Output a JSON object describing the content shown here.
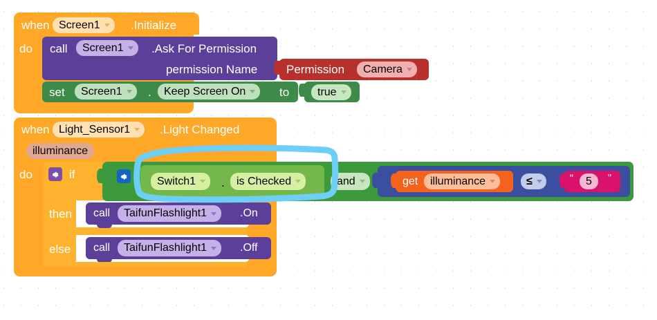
{
  "app": {
    "name": "MIT App Inventor Blocks Editor",
    "canvas_background": "#ffffff",
    "grid_mark": "plus"
  },
  "colors": {
    "event_orange": "#FFA726",
    "procedure_purple": "#5B3F99",
    "setter_green": "#3E8A48",
    "permission_red": "#B7312C",
    "logic_green": "#3C9A3C",
    "component_getter_green": "#74B74A",
    "math_blue": "#3B4EA0",
    "variable_orange": "#F4631E",
    "text_pink": "#D9136B",
    "highlight_blue": "#6ECFF6"
  },
  "blocks": [
    {
      "id": "screen-initialize",
      "type": "event",
      "when_label": "when",
      "component": "Screen1",
      "event_name": ".Initialize",
      "do_label": "do",
      "statements": [
        {
          "id": "ask-for-permission",
          "type": "procedure-call",
          "call_label": "call",
          "component": "Screen1",
          "method": ".Ask For Permission",
          "arg_label": "permission Name",
          "value": {
            "id": "permission-value",
            "type": "permission",
            "label": "Permission",
            "selected": "Camera"
          }
        },
        {
          "id": "set-keep-screen-on",
          "type": "setter",
          "set_label": "set",
          "component": "Screen1",
          "dot": ".",
          "property": "Keep Screen On",
          "to_label": "to",
          "value": {
            "id": "logic-true",
            "type": "logic",
            "selected": "true"
          }
        }
      ]
    },
    {
      "id": "light-changed",
      "type": "event",
      "when_label": "when",
      "component": "Light_Sensor1",
      "event_name": ".Light Changed",
      "parameter": "illuminance",
      "do_label": "do",
      "statements": [
        {
          "id": "if-then-else",
          "type": "control-if",
          "mutator_icon": "gear-icon",
          "if_label": "if",
          "then_label": "then",
          "else_label": "else",
          "condition": {
            "id": "and-block",
            "type": "logic-and",
            "mutator_icon": "gear-icon",
            "operator": "and",
            "operands": [
              {
                "id": "switch-is-checked",
                "type": "component-getter",
                "component": "Switch1",
                "dot": ".",
                "property": "is Checked",
                "highlighted": true
              },
              {
                "id": "compare",
                "type": "math-compare",
                "operator": "≤",
                "left": {
                  "id": "get-illuminance",
                  "type": "variable-get",
                  "get_label": "get",
                  "variable": "illuminance"
                },
                "right": {
                  "id": "text-five",
                  "type": "text",
                  "open_quote": "“",
                  "value": "5",
                  "close_quote": "”"
                }
              }
            ]
          },
          "then_statement": {
            "id": "flashlight-on",
            "type": "procedure-call",
            "call_label": "call",
            "component": "TaifunFlashlight1",
            "method": ".On"
          },
          "else_statement": {
            "id": "flashlight-off",
            "type": "procedure-call",
            "call_label": "call",
            "component": "TaifunFlashlight1",
            "method": ".Off"
          }
        }
      ]
    }
  ],
  "annotation": {
    "type": "hand-drawn-highlight",
    "shape": "rounded-rectangle",
    "target": "switch-is-checked",
    "color": "#6ECFF6"
  }
}
